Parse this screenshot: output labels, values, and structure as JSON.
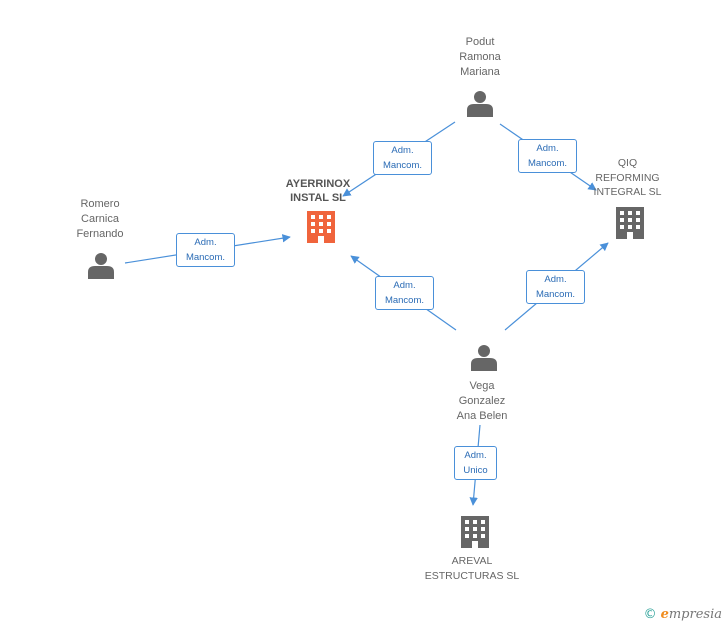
{
  "colors": {
    "person_icon": "#666666",
    "company_main": "#f0643c",
    "company": "#666666",
    "edge": "#4a90d9"
  },
  "nodes": {
    "podut": {
      "label": "Podut\nRamona\nMariana",
      "type": "person"
    },
    "romero": {
      "label": "Romero\nCarnica\nFernando",
      "type": "person"
    },
    "vega": {
      "label": "Vega\nGonzalez\nAna Belen",
      "type": "person"
    },
    "ayerrinox": {
      "label": "AYERRINOX\nINSTAL SL",
      "type": "company-main"
    },
    "qiq": {
      "label": "QIQ\nREFORMING\nINTEGRAL SL",
      "type": "company"
    },
    "areval": {
      "label": "AREVAL\nESTRUCTURAS SL",
      "type": "company"
    }
  },
  "edges": {
    "podut_ayerrinox": "Adm.\nMancom.",
    "podut_qiq": "Adm.\nMancom.",
    "romero_ayerrinox": "Adm.\nMancom.",
    "vega_ayerrinox": "Adm.\nMancom.",
    "vega_qiq": "Adm.\nMancom.",
    "vega_areval": "Adm.\nUnico"
  },
  "brand": {
    "copyright": "©",
    "name_first": "e",
    "name_rest": "mpresia"
  }
}
